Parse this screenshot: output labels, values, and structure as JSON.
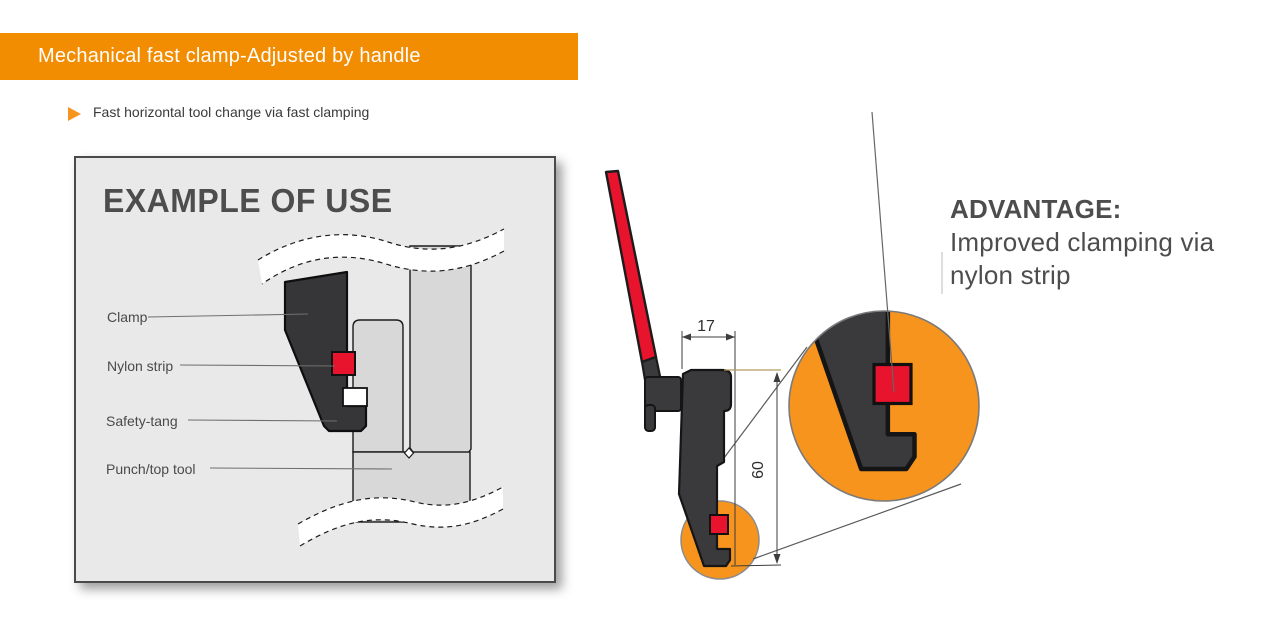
{
  "header": {
    "title": "Mechanical fast clamp-Adjusted by handle"
  },
  "intro": {
    "bullet_icon": "triangle-right-icon",
    "text": "Fast horizontal tool change via fast clamping"
  },
  "example_box": {
    "title": "EXAMPLE OF USE",
    "labels": [
      {
        "text": "Clamp"
      },
      {
        "text": "Nylon strip"
      },
      {
        "text": "Safety-tang"
      },
      {
        "text": "Punch/top tool"
      }
    ]
  },
  "drawing": {
    "width_dim": "17",
    "height_dim": "60"
  },
  "advantage": {
    "heading": "ADVANTAGE:",
    "line1": "Improved clamping via",
    "line2": "nylon strip"
  },
  "colors": {
    "header_orange": "#F28C00",
    "highlight_orange": "#F7941E",
    "part_red": "#E8132D",
    "dark_part": "#3A3A3D",
    "text_gray": "#4D4D4D"
  }
}
